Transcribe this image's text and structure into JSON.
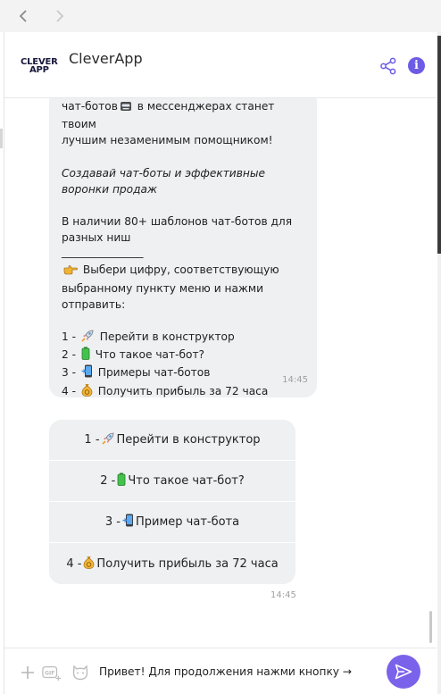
{
  "browser": {
    "back": "back",
    "forward": "forward"
  },
  "header": {
    "logo_line1": "CLEVER",
    "logo_line2": "APP",
    "app_name": "CleverApp"
  },
  "colors": {
    "accent": "#6b5be6",
    "send": "#7a63ea",
    "bubble": "#eef0f2"
  },
  "icons": {
    "back": "chevron-left-icon",
    "forward": "chevron-right-icon",
    "share": "share-icon",
    "info": "info-icon",
    "plus": "plus-icon",
    "gif": "gif-icon",
    "sticker": "sticker-icon",
    "send": "send-icon"
  },
  "message": {
    "line1_a": "чат-ботов",
    "line1_b": " в мессенджерах станет твоим",
    "line2": "лучшим незаменимым помощником!",
    "italic": "Создавай чат-боты и эффективные\nворонки продаж",
    "templates": "В наличии 80+ шаблонов чат-ботов для\nразных ниш",
    "separator": "_______________",
    "prompt": " Выбери цифру, соответствующую\nвыбранному пункту меню и нажми\nотправить:",
    "menu": [
      {
        "num": "1 - ",
        "text": " Перейти в конструктор"
      },
      {
        "num": "2 - ",
        "text": " Что такое чат-бот?"
      },
      {
        "num": "3 - ",
        "text": " Примеры чат-ботов"
      },
      {
        "num": "4 - ",
        "text": " Получить прибыль за 72 часа"
      }
    ],
    "time": "14:45"
  },
  "keyboard": {
    "buttons": [
      {
        "num": "1 - ",
        "text": "Перейти в конструктор"
      },
      {
        "num": "2 - ",
        "text": " Что такое чат-бот?"
      },
      {
        "num": "3 - ",
        "text": " Пример чат-бота"
      },
      {
        "num": "4 - ",
        "text": " Получить прибыль за 72 часа"
      }
    ],
    "time": "14:45"
  },
  "input": {
    "value": "Привет! Для продолжения нажми кнопку →",
    "gif_label": "GIF"
  }
}
